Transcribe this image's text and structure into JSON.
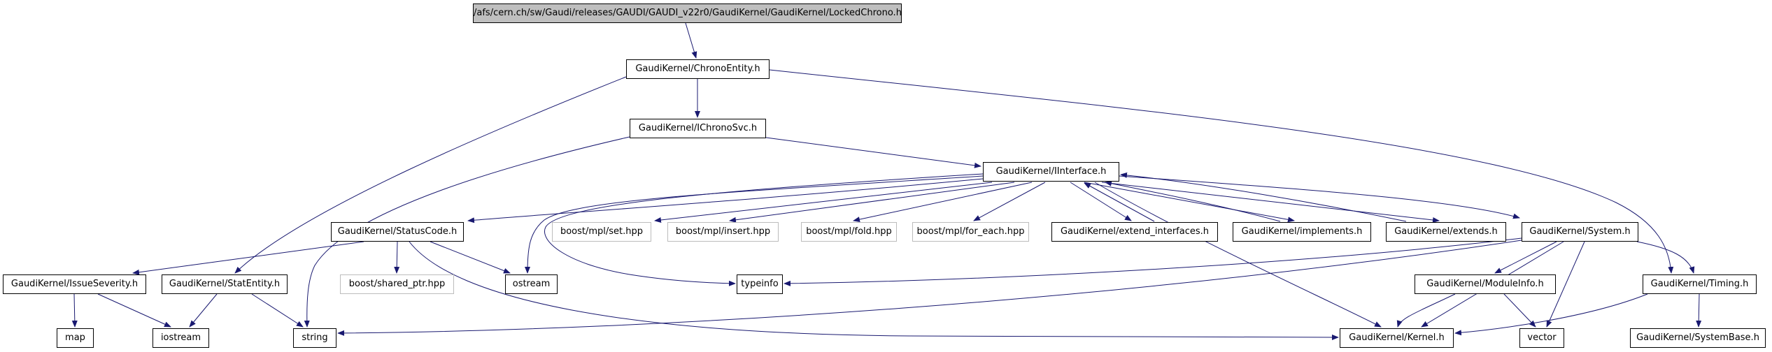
{
  "graph": {
    "title": "/afs/cern.ch/sw/Gaudi/releases/GAUDI/GAUDI_v22r0/GaudiKernel/GaudiKernel/LockedChrono.h",
    "colors": {
      "edge": "#191970",
      "root_fill": "#bfbfbf",
      "node_border": "#000000",
      "external_border": "#bcbcbc",
      "background": "#ffffff",
      "text": "#000000"
    },
    "nodes": [
      {
        "id": "root",
        "label": "/afs/cern.ch/sw/Gaudi/releases/GAUDI/GAUDI_v22r0/GaudiKernel/GaudiKernel/LockedChrono.h",
        "kind": "root"
      },
      {
        "id": "chrono_entity",
        "label": "GaudiKernel/ChronoEntity.h",
        "kind": "internal"
      },
      {
        "id": "ichronosvc",
        "label": "GaudiKernel/IChronoSvc.h",
        "kind": "internal"
      },
      {
        "id": "iinterface",
        "label": "GaudiKernel/IInterface.h",
        "kind": "internal"
      },
      {
        "id": "statuscode",
        "label": "GaudiKernel/StatusCode.h",
        "kind": "internal"
      },
      {
        "id": "mpl_set",
        "label": "boost/mpl/set.hpp",
        "kind": "external"
      },
      {
        "id": "mpl_insert",
        "label": "boost/mpl/insert.hpp",
        "kind": "external"
      },
      {
        "id": "mpl_fold",
        "label": "boost/mpl/fold.hpp",
        "kind": "external"
      },
      {
        "id": "mpl_for_each",
        "label": "boost/mpl/for_each.hpp",
        "kind": "external"
      },
      {
        "id": "extend_interfaces",
        "label": "GaudiKernel/extend_interfaces.h",
        "kind": "internal"
      },
      {
        "id": "implements",
        "label": "GaudiKernel/implements.h",
        "kind": "internal"
      },
      {
        "id": "extends",
        "label": "GaudiKernel/extends.h",
        "kind": "internal"
      },
      {
        "id": "system",
        "label": "GaudiKernel/System.h",
        "kind": "internal"
      },
      {
        "id": "issueseverity",
        "label": "GaudiKernel/IssueSeverity.h",
        "kind": "internal"
      },
      {
        "id": "statentity",
        "label": "GaudiKernel/StatEntity.h",
        "kind": "internal"
      },
      {
        "id": "shared_ptr",
        "label": "boost/shared_ptr.hpp",
        "kind": "external"
      },
      {
        "id": "ostream",
        "label": "ostream",
        "kind": "internal"
      },
      {
        "id": "typeinfo",
        "label": "typeinfo",
        "kind": "internal"
      },
      {
        "id": "moduleinfo",
        "label": "GaudiKernel/ModuleInfo.h",
        "kind": "internal"
      },
      {
        "id": "timing",
        "label": "GaudiKernel/Timing.h",
        "kind": "internal"
      },
      {
        "id": "map",
        "label": "map",
        "kind": "internal"
      },
      {
        "id": "iostream",
        "label": "iostream",
        "kind": "internal"
      },
      {
        "id": "string",
        "label": "string",
        "kind": "internal"
      },
      {
        "id": "kernel",
        "label": "GaudiKernel/Kernel.h",
        "kind": "internal"
      },
      {
        "id": "vector",
        "label": "vector",
        "kind": "internal"
      },
      {
        "id": "systembase",
        "label": "GaudiKernel/SystemBase.h",
        "kind": "internal"
      }
    ],
    "edges": [
      {
        "from": "root",
        "to": "chrono_entity"
      },
      {
        "from": "chrono_entity",
        "to": "ichronosvc"
      },
      {
        "from": "chrono_entity",
        "to": "statentity"
      },
      {
        "from": "chrono_entity",
        "to": "timing"
      },
      {
        "from": "ichronosvc",
        "to": "string"
      },
      {
        "from": "ichronosvc",
        "to": "iinterface"
      },
      {
        "from": "iinterface",
        "to": "statuscode"
      },
      {
        "from": "iinterface",
        "to": "mpl_set"
      },
      {
        "from": "iinterface",
        "to": "mpl_insert"
      },
      {
        "from": "iinterface",
        "to": "mpl_fold"
      },
      {
        "from": "iinterface",
        "to": "mpl_for_each"
      },
      {
        "from": "iinterface",
        "to": "ostream"
      },
      {
        "from": "iinterface",
        "to": "typeinfo"
      },
      {
        "from": "iinterface",
        "to": "extend_interfaces"
      },
      {
        "from": "iinterface",
        "to": "implements"
      },
      {
        "from": "iinterface",
        "to": "extends"
      },
      {
        "from": "iinterface",
        "to": "system"
      },
      {
        "from": "iinterface",
        "to": "kernel"
      },
      {
        "from": "extend_interfaces",
        "to": "iinterface"
      },
      {
        "from": "implements",
        "to": "iinterface"
      },
      {
        "from": "extends",
        "to": "iinterface"
      },
      {
        "from": "statuscode",
        "to": "issueseverity"
      },
      {
        "from": "statuscode",
        "to": "shared_ptr"
      },
      {
        "from": "statuscode",
        "to": "ostream"
      },
      {
        "from": "statuscode",
        "to": "kernel"
      },
      {
        "from": "statentity",
        "to": "iostream"
      },
      {
        "from": "statentity",
        "to": "string"
      },
      {
        "from": "issueseverity",
        "to": "map"
      },
      {
        "from": "issueseverity",
        "to": "iostream"
      },
      {
        "from": "system",
        "to": "moduleinfo"
      },
      {
        "from": "system",
        "to": "typeinfo"
      },
      {
        "from": "system",
        "to": "string"
      },
      {
        "from": "system",
        "to": "kernel"
      },
      {
        "from": "system",
        "to": "vector"
      },
      {
        "from": "system",
        "to": "timing"
      },
      {
        "from": "moduleinfo",
        "to": "kernel"
      },
      {
        "from": "moduleinfo",
        "to": "vector"
      },
      {
        "from": "timing",
        "to": "kernel"
      },
      {
        "from": "timing",
        "to": "systembase"
      }
    ]
  }
}
